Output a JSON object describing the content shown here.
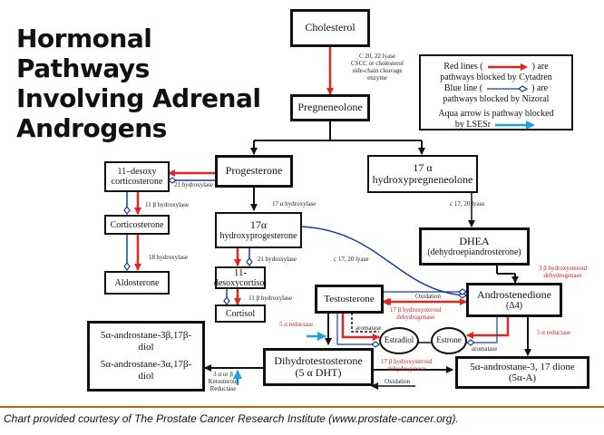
{
  "title": {
    "line1": "Hormonal Pathways",
    "line2": "Involving Adrenal",
    "line3": "Androgens"
  },
  "legend": {
    "red_line_1": "Red lines (",
    "red_line_2": ") are",
    "red_line_3": "pathways blocked by Cytadren",
    "blue_line_1": "Blue line (",
    "blue_line_2": ") are",
    "blue_line_3": "pathways blocked by Nizoral",
    "aqua_line_1": "Aqua arrow is pathway blocked",
    "aqua_line_2": "by LSESr"
  },
  "nodes": {
    "cholesterol": "Cholesterol",
    "pregnenolone": "Pregneneolone",
    "progesterone": "Progesterone",
    "hydroxypregnenolone_1": "17 α",
    "hydroxypregnenolone_2": "hydroxypregneneolone",
    "desoxycorticosterone_1": "11–desoxy",
    "desoxycorticosterone_2": "corticosterone",
    "corticosterone": "Corticosterone",
    "aldosterone": "Aldosterone",
    "hydroxyprogesterone_1": "17α",
    "hydroxyprogesterone_2": "hydroxyprogesterone",
    "desoxycortisol_1": "11-",
    "desoxycortisol_2": "desoxycortisol",
    "cortisol": "Cortisol",
    "dhea_1": "DHEA",
    "dhea_2": "(dehydroepiandrosterone)",
    "testosterone": "Testosterone",
    "androstenedione_1": "Androstenedione",
    "androstenedione_2": "(Δ4)",
    "estradiol": "Estradiol",
    "estrone": "Estrone",
    "dht_1": "Dihydrotestosterone",
    "dht_2": "(5 α DHT)",
    "androstane_diols_1": "5α-androstane-3β,17β-",
    "androstane_diols_2": "diol",
    "androstane_diols_3": "5α-androstane-3α,17β-",
    "androstane_diols_4": "diol",
    "androstane_dione_1": "5α-androstane-3, 17 dione",
    "androstane_dione_2": "(5α-A)"
  },
  "enzymes": {
    "c2022_1": "C 20, 22 lyase",
    "c2022_2": "CSCC or cholesterol",
    "c2022_3": "side-chain cleavage",
    "c2022_4": "enzyme",
    "hydroxylase21_top": "21 hydroxylase",
    "hydroxylase11b": "11 β hydroxylase",
    "hydroxylase18": "18 hydroxylase",
    "hydroxylase17a": "17 α hydroxylase",
    "lyase1720_top": "c 17, 20 lyase",
    "lyase1720_mid": "c 17, 20 lyase",
    "hydroxylase21_mid": "21 hydroxylase",
    "hydroxylase11b_mid": "11 β hydroxylase",
    "hsd3b_1": "3 β hydroxysteroid",
    "hsd3b_2": "dehydrogenase",
    "oxidation_top": "Oxidation",
    "hsd17b_1": "17 β hydroxysteroid",
    "hsd17b_2": "dehydrogenase",
    "aromatase_left": "aromatase",
    "aromatase_right": "aromatase",
    "reductase_left": "5 α reductase",
    "reductase_right": "5 α reductase",
    "ketosteroid_1": "3 α or β",
    "ketosteroid_2": "Ketosteroid",
    "ketosteroid_3": "Reductase",
    "hsd17b_low_1": "17 β hydroxysteroid",
    "hsd17b_low_2": "dehydrogenase",
    "oxidation_bottom": "Oxidation"
  },
  "footer": "Chart provided courtesy of The Prostate Cancer Research Institute (www.prostate-cancer.org).",
  "colors": {
    "cytadren_red": "#e0261f",
    "nizoral_blue": "#1c3aa0",
    "lsesr_aqua": "#19a3e6",
    "line_black": "#111111",
    "footer_rule": "#b5651d"
  }
}
